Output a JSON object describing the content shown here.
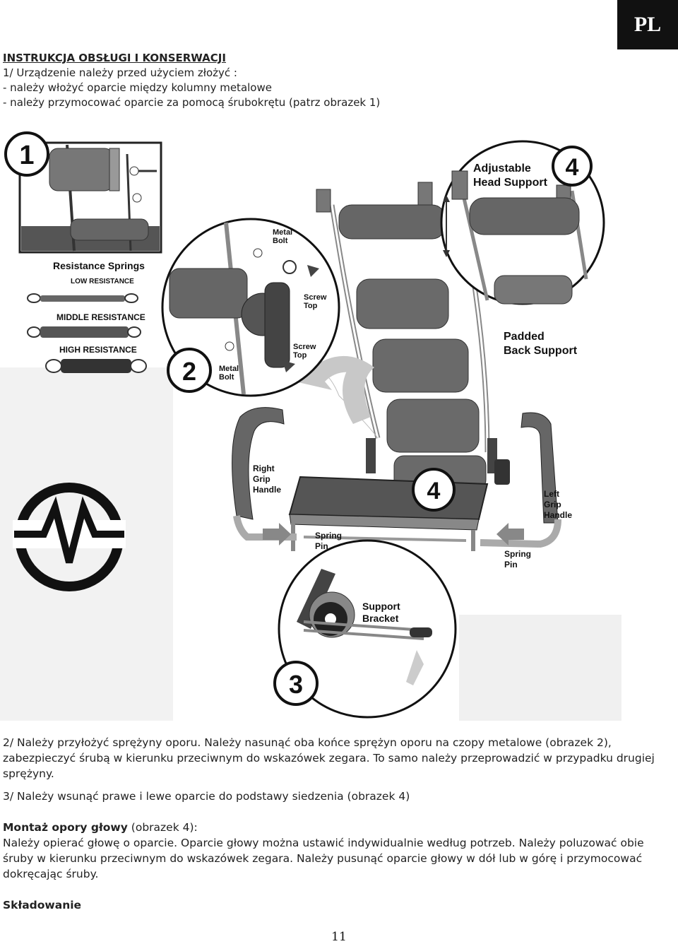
{
  "lang_tab": "PL",
  "header": {
    "title": "INSTRUKCJA OBSŁUGI I KONSERWACJI",
    "lines": [
      "1/ Urządzenie należy przed użyciem złożyć :",
      "- należy włożyć oparcie między kolumny metalowe",
      "- należy przymocować oparcie za pomocą śrubokrętu (patrz obrazek 1)"
    ]
  },
  "figure": {
    "step_badges": [
      "1",
      "2",
      "3",
      "4",
      "4"
    ],
    "labels": {
      "adjustable_head_support": [
        "Adjustable",
        "Head Support"
      ],
      "metal_bolt": [
        "Metal",
        "Bolt"
      ],
      "screw_top": [
        "Screw",
        "Top"
      ],
      "resistance_springs": "Resistance Springs",
      "low_resistance": "LOW RESISTANCE",
      "middle_resistance": "MIDDLE RESISTANCE",
      "high_resistance": "HIGH RESISTANCE",
      "padded_back_support": [
        "Padded",
        "Back Support"
      ],
      "right_grip_handle": [
        "Right",
        "Grip",
        "Handle"
      ],
      "left_grip_handle": [
        "Left",
        "Grip",
        "Handle"
      ],
      "spring_pin": [
        "Spring",
        "Pin"
      ],
      "support_bracket": [
        "Support",
        "Bracket"
      ]
    }
  },
  "body": {
    "p1": "2/ Należy przyłożyć sprężyny oporu. Należy nasunąć oba końce sprężyn oporu na czopy metalowe (obrazek 2), zabezpieczyć śrubą w kierunku przeciwnym do wskazówek zegara. To samo należy przeprowadzić w przypadku drugiej sprężyny.",
    "p2": "3/ Należy wsunąć prawe i lewe oparcie do podstawy siedzenia (obrazek 4)",
    "p3_bold": "Montaż opory głowy",
    "p3_rest": " (obrazek 4):",
    "p3_lines": [
      "Należy opierać głowę o oparcie. Oparcie głowy można ustawić indywidualnie według potrzeb. Należy poluzować obie śruby w kierunku przeciwnym do wskazówek zegara. Należy pusunąć oparcie głowy w dół lub w górę i przymocować dokręcając śruby."
    ],
    "p4": "Składowanie"
  },
  "page_number": "11",
  "icons": [
    "heartbeat-logo-icon",
    "curved-arrow-icon",
    "arrow-right-icon"
  ],
  "colors": {
    "ink": "#111111",
    "gray_dark": "#555555",
    "gray_mid": "#888888",
    "gray_light": "#d0d0d0"
  }
}
